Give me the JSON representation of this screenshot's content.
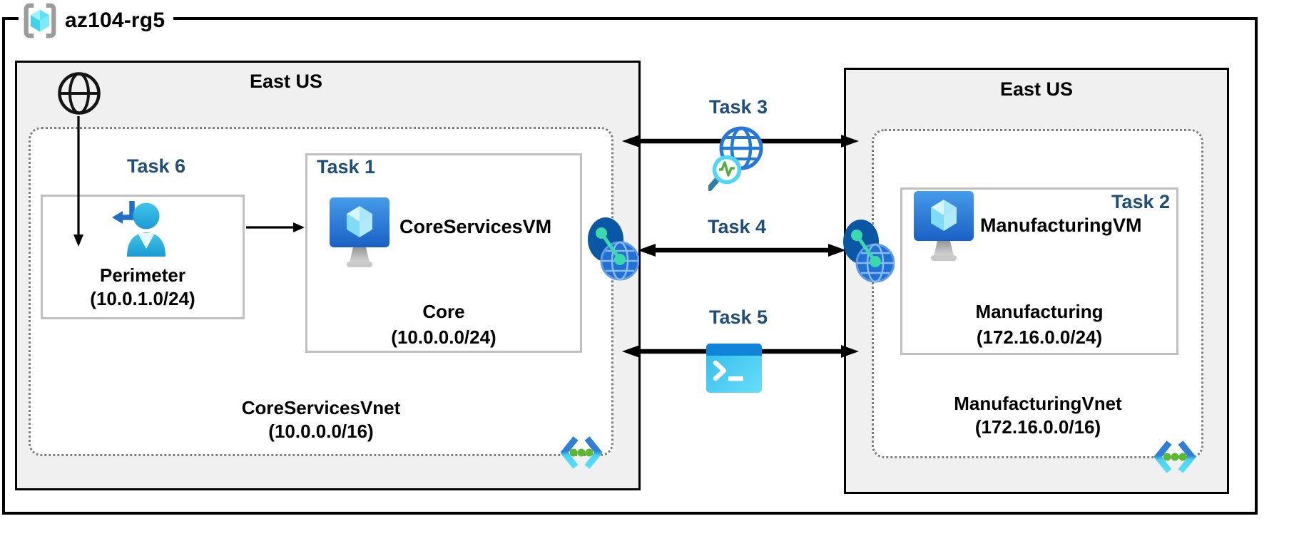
{
  "diagram": {
    "resource_group": "az104-rg5",
    "tasks": {
      "t1": "Task 1",
      "t2": "Task 2",
      "t3": "Task 3",
      "t4": "Task 4",
      "t5": "Task 5",
      "t6": "Task 6"
    },
    "left_region": {
      "name": "East US",
      "vnet_name": "CoreServicesVnet",
      "vnet_cidr": "(10.0.0.0/16)",
      "perimeter_subnet": {
        "name": "Perimeter",
        "cidr": "(10.0.1.0/24)"
      },
      "core_subnet": {
        "name": "Core",
        "cidr": "(10.0.0.0/24)",
        "vm": "CoreServicesVM"
      }
    },
    "right_region": {
      "name": "East US",
      "vnet_name": "ManufacturingVnet",
      "vnet_cidr": "(172.16.0.0/16)",
      "manufacturing_subnet": {
        "name": "Manufacturing",
        "cidr": "(172.16.0.0/24)",
        "vm": "ManufacturingVM"
      }
    },
    "icons": {
      "resource_group": "resource-group-cube-icon",
      "internet": "globe-icon",
      "guest_user": "guest-user-icon",
      "virtual_machine": "virtual-machine-icon",
      "network_watcher": "network-watcher-icon",
      "vnet_peering": "vnet-peering-icon",
      "cloud_shell": "cloud-shell-icon",
      "virtual_network": "virtual-network-icon"
    },
    "colors": {
      "task_label": "#1F4E79",
      "region_fill": "#F0F0F0",
      "subnet_border": "#BFBFBF",
      "vnet_dotted_border": "#7F7F7F",
      "arrow": "#000000"
    }
  }
}
